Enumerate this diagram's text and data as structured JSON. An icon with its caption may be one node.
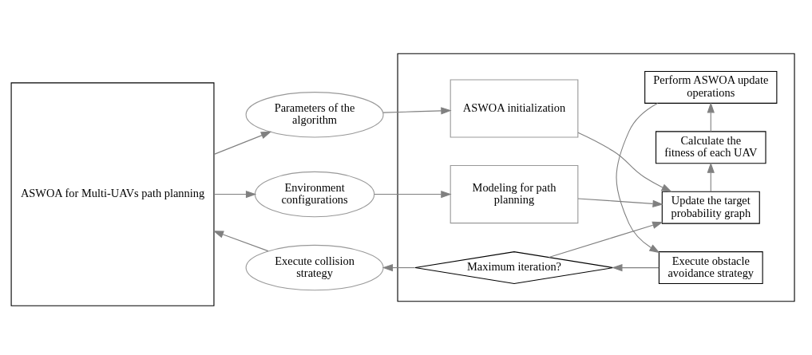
{
  "diagram": {
    "nodes": [
      {
        "text": [
          "ASWOA for Multi-UAVs path planning"
        ]
      },
      {
        "text": [
          "Parameters of the algorithm"
        ]
      },
      {
        "text": [
          "Environment configurations"
        ]
      },
      {
        "text": [
          "Execute collision strategy"
        ]
      },
      {
        "text": [],
        "shape": "box"
      },
      {
        "text": [
          "ASWOA initialization"
        ],
        "in": 4
      },
      {
        "text": [
          "Modeling for path planning"
        ],
        "in": 4
      },
      {
        "text": [
          "Update the target probability graph"
        ],
        "in": 4
      },
      {
        "text": [
          "Calculate the fitness of each UAV"
        ],
        "in": 4
      },
      {
        "text": [
          "Perform ASWOA update operations"
        ],
        "in": 4
      },
      {
        "text": [
          "Execute obstacle avoidance strategy"
        ],
        "in": 4
      },
      {
        "text": [
          "Maximum iteration?"
        ],
        "in": 4
      }
    ],
    "edges": [
      {
        "from": 0,
        "to": 1,
        "arrow": "to"
      },
      {
        "from": 0,
        "to": 2,
        "arrow": "to"
      },
      {
        "from": 1,
        "to": 5,
        "arrow": "to"
      },
      {
        "from": 2,
        "to": 6,
        "arrow": "to"
      },
      {
        "from": 5,
        "to": 7,
        "arrow": "to"
      },
      {
        "from": 6,
        "to": 7,
        "arrow": "to"
      },
      {
        "from": 11,
        "to": 7,
        "arrow": "to"
      },
      {
        "from": 7,
        "to": 8,
        "arrow": "to"
      },
      {
        "from": 8,
        "to": 9,
        "arrow": "to"
      },
      {
        "from": 9,
        "to": 10,
        "arrow": "to"
      },
      {
        "from": 10,
        "to": 11,
        "arrow": "to"
      },
      {
        "from": 11,
        "to": 3,
        "arrow": "to"
      },
      {
        "from": 3,
        "to": 0,
        "arrow": "to"
      }
    ]
  }
}
